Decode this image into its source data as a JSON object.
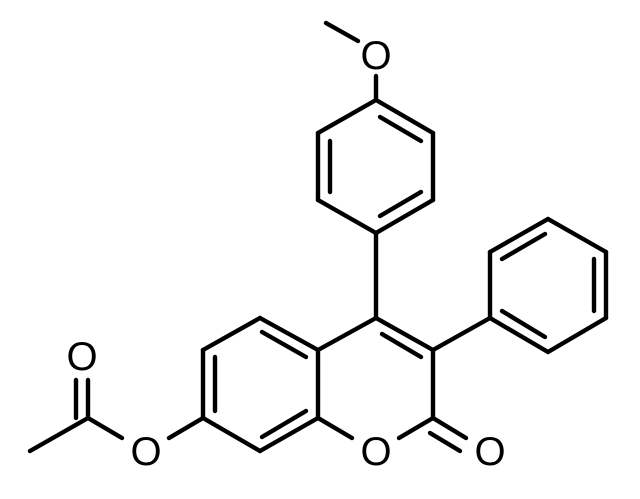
{
  "atoms": {
    "methoxy_o": "O",
    "ester_o_left": "O",
    "carbonyl_o_left": "O",
    "ring_o": "O",
    "lactone_o": "O"
  },
  "colors": {
    "bond": "#000000",
    "background": "#ffffff"
  }
}
